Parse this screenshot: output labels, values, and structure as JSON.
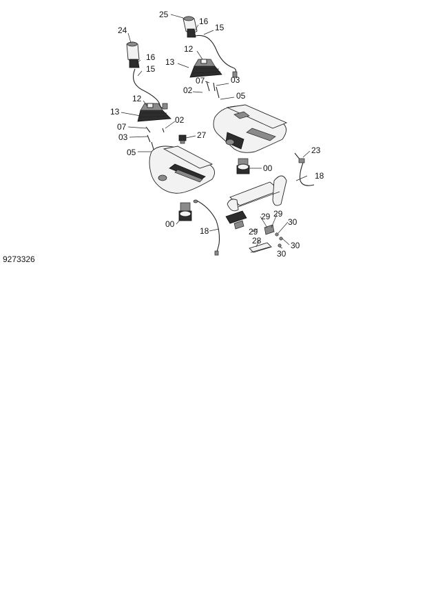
{
  "diagram_id": "9273326",
  "labels": {
    "l25": "25",
    "l16a": "16",
    "l15a": "15",
    "l24": "24",
    "l16b": "16",
    "l15b": "15",
    "l12a": "12",
    "l13a": "13",
    "l07a": "07",
    "l03a": "03",
    "l02a": "02",
    "l05a": "05",
    "l12b": "12",
    "l13b": "13",
    "l07b": "07",
    "l03b": "03",
    "l05b": "05",
    "l02b": "02",
    "l27": "27",
    "l23": "23",
    "l00a": "00",
    "l18a": "18",
    "l00b": "00",
    "l18b": "18",
    "l29a": "29",
    "l29b": "29",
    "l29c": "29",
    "l30a": "30",
    "l30b": "30",
    "l30c": "30",
    "l28": "28"
  }
}
